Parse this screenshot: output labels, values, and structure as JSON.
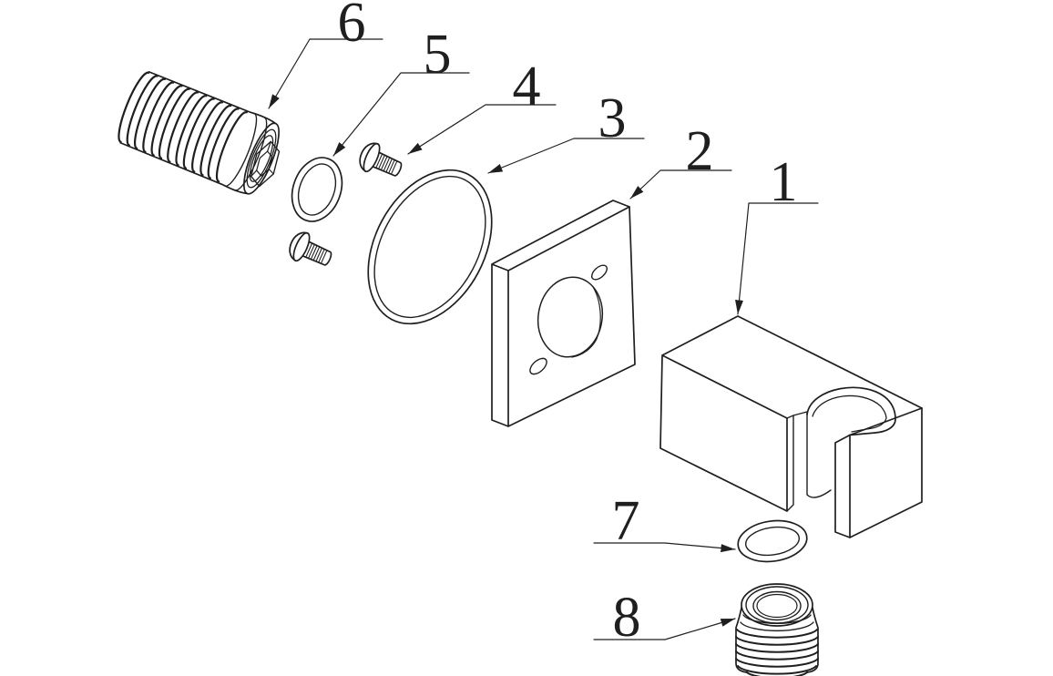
{
  "figure": {
    "type": "exploded-parts-diagram",
    "background": "#ffffff",
    "line_color": "#1f1f1f",
    "callouts": [
      {
        "label": "1"
      },
      {
        "label": "2"
      },
      {
        "label": "3"
      },
      {
        "label": "4"
      },
      {
        "label": "5"
      },
      {
        "label": "6"
      },
      {
        "label": "7"
      },
      {
        "label": "8"
      }
    ]
  }
}
